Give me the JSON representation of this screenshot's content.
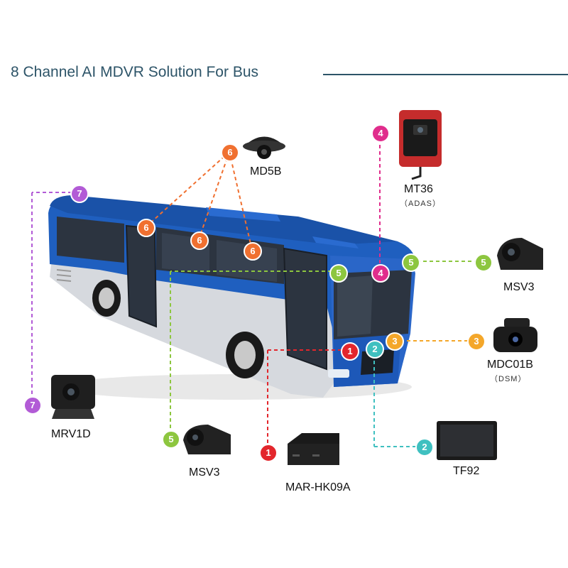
{
  "title": "8 Channel AI MDVR Solution For Bus",
  "colors": {
    "title": "#2d5468",
    "bus_blue": "#1f5fbf",
    "bus_silver": "#d6d9de",
    "ch1": "#e3262c",
    "ch2": "#3fc0c0",
    "ch3": "#f4a72a",
    "ch4": "#e02d8c",
    "ch5": "#8dc63f",
    "ch6": "#f07030",
    "ch7": "#b25bd6"
  },
  "devices": [
    {
      "label": "MD5B",
      "sublabel": "",
      "icon": "dome-camera-icon"
    },
    {
      "label": "MT36",
      "sublabel": "（ADAS）",
      "icon": "adas-camera-icon"
    },
    {
      "label": "MSV3",
      "sublabel": "",
      "icon": "side-camera-icon"
    },
    {
      "label": "MDC01B",
      "sublabel": "（DSM）",
      "icon": "dsm-camera-icon"
    },
    {
      "label": "TF92",
      "sublabel": "",
      "icon": "monitor-icon"
    },
    {
      "label": "MAR-HK09A",
      "sublabel": "",
      "icon": "mdvr-unit-icon"
    },
    {
      "label": "MSV3",
      "sublabel": "",
      "icon": "side-camera-icon"
    },
    {
      "label": "MRV1D",
      "sublabel": "",
      "icon": "rear-camera-icon"
    }
  ],
  "badges": {
    "b6a": "6",
    "b6b": "6",
    "b6c": "6",
    "b6d": "6",
    "b4a": "4",
    "b4b": "4",
    "b5a": "5",
    "b5b": "5",
    "b5c": "5",
    "b5d": "5",
    "b3a": "3",
    "b3b": "3",
    "b2a": "2",
    "b2b": "2",
    "b1a": "1",
    "b1b": "1",
    "b7a": "7",
    "b7b": "7"
  }
}
